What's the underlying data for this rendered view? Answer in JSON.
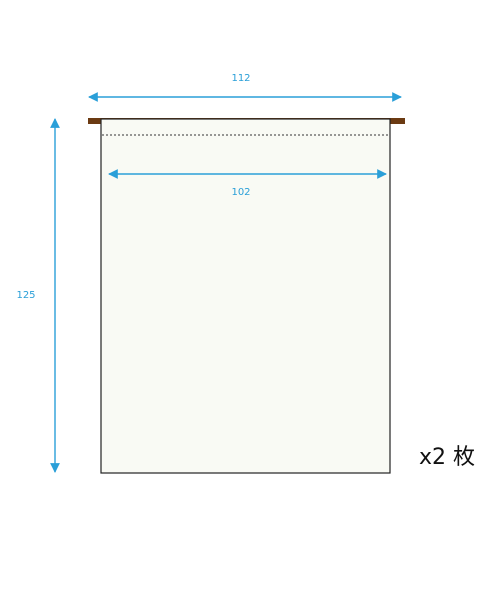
{
  "diagram": {
    "dimensions": {
      "width_outer": "112",
      "width_inner": "102",
      "height": "125"
    },
    "quantity": "x2 枚",
    "colors": {
      "dimension": "#2a9fd8",
      "panel_fill": "#f9faf4",
      "panel_stroke": "#222222",
      "rod": "#6b3a12",
      "fold_line": "#333333"
    }
  }
}
